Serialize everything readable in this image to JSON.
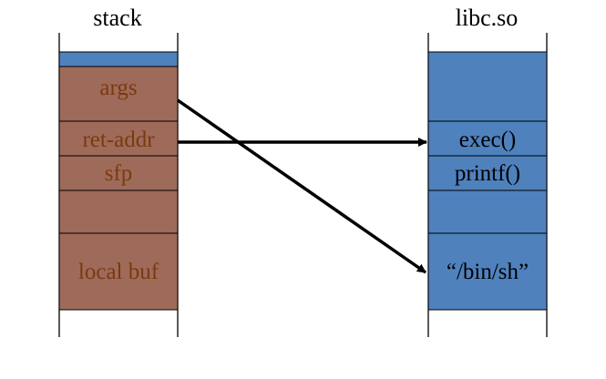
{
  "stack": {
    "title": "stack",
    "segments": {
      "args": "args",
      "ret_addr": "ret-addr",
      "sfp": "sfp",
      "local_buf": "local buf"
    }
  },
  "libc": {
    "title": "libc.so",
    "segments": {
      "exec": "exec()",
      "printf": "printf()",
      "binsh": "“/bin/sh”"
    }
  },
  "colors": {
    "stack_fill": "#9E6A5A",
    "stack_text": "#7A3A0E",
    "stack_top_strip": "#4F81BD",
    "libc_fill": "#4F81BD",
    "border": "#000000",
    "arrow": "#000000"
  }
}
